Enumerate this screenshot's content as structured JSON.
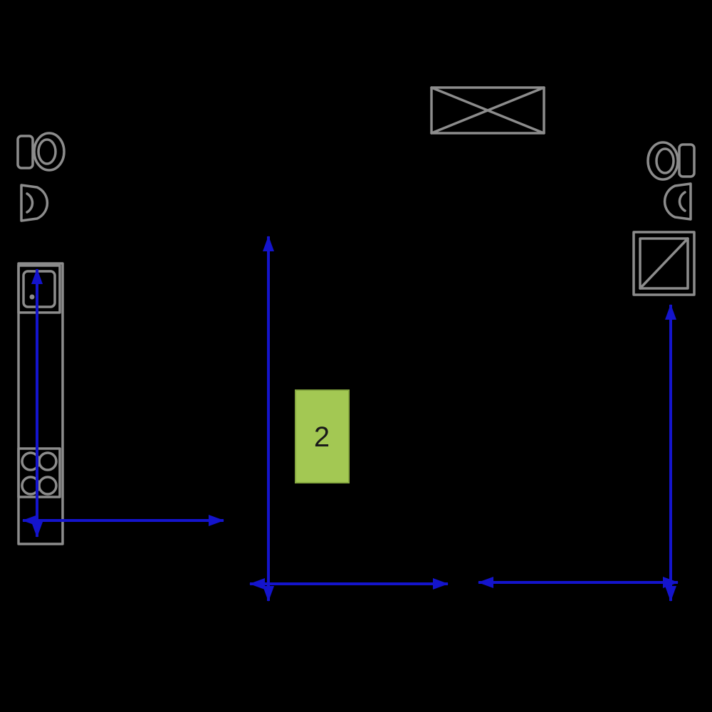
{
  "title": "floor-plan-diagram",
  "colors": {
    "background": "#000000",
    "fixture_outline": "#8c8c8c",
    "dimension_arrow": "#1414cc",
    "room_fill": "#a3c853",
    "room_stroke": "#86a840",
    "room_label_color": "#1a1a1a"
  },
  "room": {
    "label": "2"
  },
  "fixtures": [
    {
      "id": "window-top",
      "icon": "window-icon"
    },
    {
      "id": "toilet-left",
      "icon": "toilet-icon"
    },
    {
      "id": "sink-left",
      "icon": "sink-icon"
    },
    {
      "id": "kitchen-counter",
      "icon": "counter-icon"
    },
    {
      "id": "kitchen-sink",
      "icon": "kitchen-sink-icon"
    },
    {
      "id": "cooktop",
      "icon": "cooktop-icon"
    },
    {
      "id": "toilet-right",
      "icon": "toilet-icon"
    },
    {
      "id": "sink-right",
      "icon": "sink-icon"
    },
    {
      "id": "shower",
      "icon": "shower-icon"
    }
  ],
  "dimension_lines": [
    {
      "id": "left-counter-vertical",
      "orientation": "vertical"
    },
    {
      "id": "left-horizontal",
      "orientation": "horizontal"
    },
    {
      "id": "center-vertical",
      "orientation": "vertical"
    },
    {
      "id": "center-horizontal",
      "orientation": "horizontal"
    },
    {
      "id": "right-horizontal",
      "orientation": "horizontal"
    },
    {
      "id": "right-vertical",
      "orientation": "vertical"
    }
  ]
}
